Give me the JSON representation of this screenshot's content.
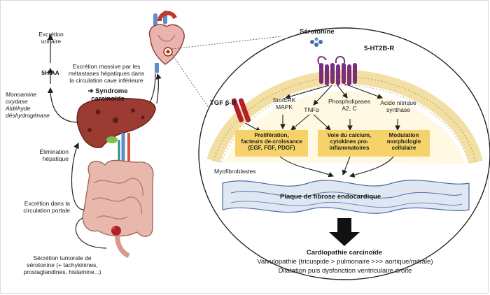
{
  "left": {
    "excretion_urinaire": "Excrétion\nurinaire",
    "hiaa": "5HIAA",
    "enzyme": "Monoamine\noxydase\nAldéhyde\ndéshydrogénase",
    "massive": "Excrétion massive par les\nmétastases hépatiques dans\nla circulation cave inférieure",
    "syndrome": "➔ Syndrome\ncarcinoïde",
    "elimination": "Élimination\nhépatique",
    "portale": "Excrétion dans la\ncirculation portale",
    "secretion": "Sécrétion tumorale de\nsérotonine (+ tachykinines,\nprostaglandines, histamine...)"
  },
  "right": {
    "serotonine": "Sérotonine",
    "receptor": "5-HT2B-R",
    "tgf": "TGF β-R",
    "src": "Src/ERK\nMAPK",
    "tnf": "TNFα",
    "phospho": "Phospholipases\nA2, C",
    "acide": "Acide nitrique\nsynthase",
    "box1": "Prolifération,\nfacteurs de-croissance\n(EGF, FGF, PDGF)",
    "box2": "Voie du calcium,\ncytokines pro-\ninflammatoires",
    "box3": "Modulation\nmorphologie\ncellulaire",
    "myofibro": "Myofibroblastes",
    "plaque": "Plaque de fibrose endocardique"
  },
  "bottom": {
    "title": "Cardiopathie carcinoïde",
    "line1": "Valvulopathie (tricuspide > pulmonaire >>> aortique/mitrale)",
    "line2": "Dilatation puis dysfonction ventriculaire droite"
  },
  "colors": {
    "membrane": "#e8c45a",
    "receptor": "#7a2f7e",
    "tgf_receptor": "#b3202a",
    "box": "#f6d36a",
    "liver": "#9b3b32",
    "intestine": "#e2b0a6",
    "arrow": "#111111"
  }
}
